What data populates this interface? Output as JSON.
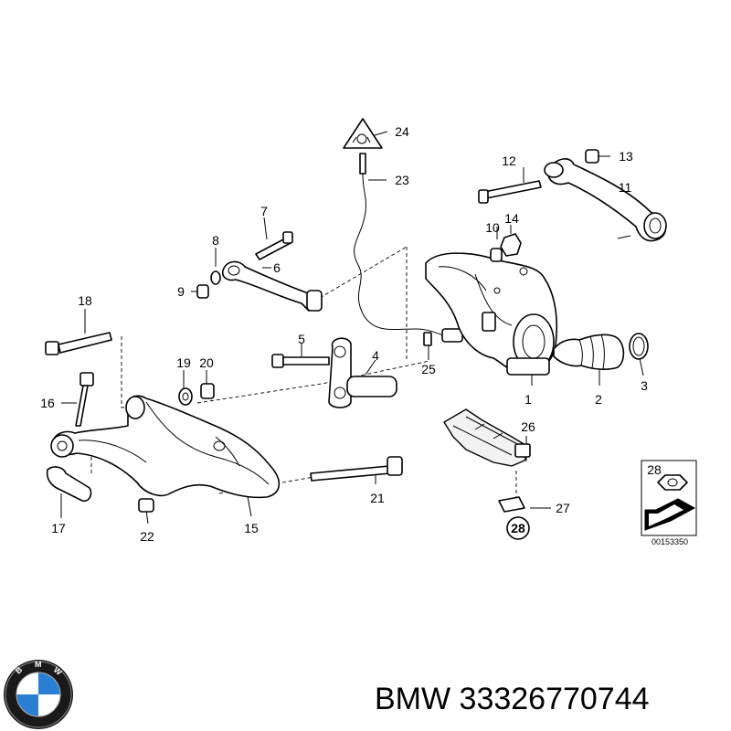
{
  "callouts": [
    {
      "id": "1",
      "label": "1"
    },
    {
      "id": "2",
      "label": "2"
    },
    {
      "id": "3",
      "label": "3"
    },
    {
      "id": "4",
      "label": "4"
    },
    {
      "id": "5",
      "label": "5"
    },
    {
      "id": "6",
      "label": "6"
    },
    {
      "id": "7",
      "label": "7"
    },
    {
      "id": "8",
      "label": "8"
    },
    {
      "id": "9",
      "label": "9"
    },
    {
      "id": "10",
      "label": "10"
    },
    {
      "id": "11",
      "label": "11"
    },
    {
      "id": "12",
      "label": "12"
    },
    {
      "id": "13",
      "label": "13"
    },
    {
      "id": "14",
      "label": "14"
    },
    {
      "id": "15",
      "label": "15"
    },
    {
      "id": "16",
      "label": "16"
    },
    {
      "id": "17",
      "label": "17"
    },
    {
      "id": "18",
      "label": "18"
    },
    {
      "id": "19",
      "label": "19"
    },
    {
      "id": "20",
      "label": "20"
    },
    {
      "id": "21",
      "label": "21"
    },
    {
      "id": "22",
      "label": "22"
    },
    {
      "id": "23",
      "label": "23"
    },
    {
      "id": "24",
      "label": "24"
    },
    {
      "id": "25",
      "label": "25"
    },
    {
      "id": "26",
      "label": "26"
    },
    {
      "id": "27",
      "label": "27"
    },
    {
      "id": "28",
      "label": "28"
    }
  ],
  "circled_label": "28",
  "inset": {
    "label": "28",
    "reference": "00153350"
  },
  "brand": {
    "name": "BMW",
    "part_number": "33326770744",
    "caption": "BMW 33326770744",
    "logo_icon": "bmw-roundel"
  },
  "colors": {
    "logo_blue": "#2a7fd4",
    "logo_ring": "#1a1a1a",
    "line": "#000000"
  }
}
